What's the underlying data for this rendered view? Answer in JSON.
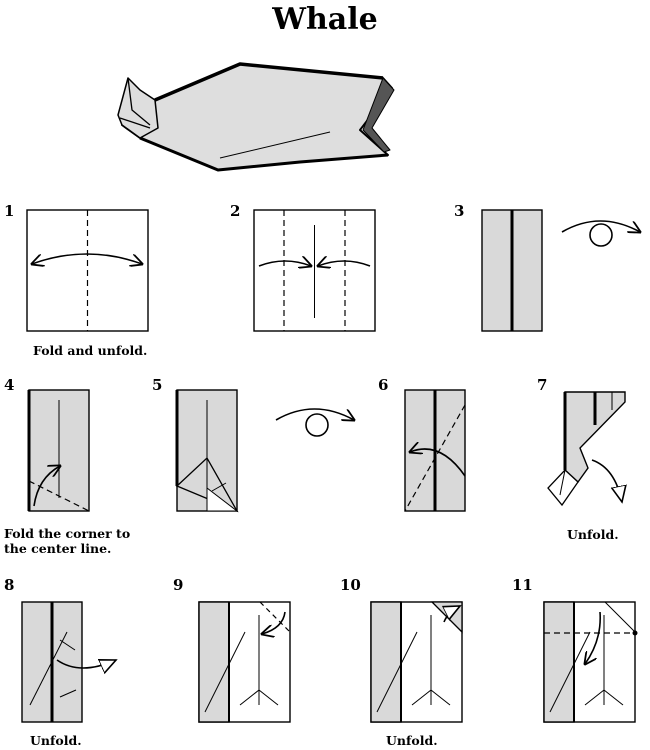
{
  "title": "Whale",
  "steps": [
    {
      "number": "1",
      "caption": [
        "Fold and unfold."
      ]
    },
    {
      "number": "2",
      "caption": []
    },
    {
      "number": "3",
      "caption": []
    },
    {
      "number": "4",
      "caption": [
        "Fold the corner to",
        "the center line."
      ]
    },
    {
      "number": "5",
      "caption": []
    },
    {
      "number": "6",
      "caption": []
    },
    {
      "number": "7",
      "caption": [
        "Unfold."
      ]
    },
    {
      "number": "8",
      "caption": [
        "Unfold."
      ]
    },
    {
      "number": "9",
      "caption": []
    },
    {
      "number": "10",
      "caption": [
        "Unfold."
      ]
    },
    {
      "number": "11",
      "caption": []
    }
  ],
  "colors": {
    "paper_color_side": "#d9d9d9",
    "paper_white_side": "#ffffff",
    "line": "#000000"
  }
}
